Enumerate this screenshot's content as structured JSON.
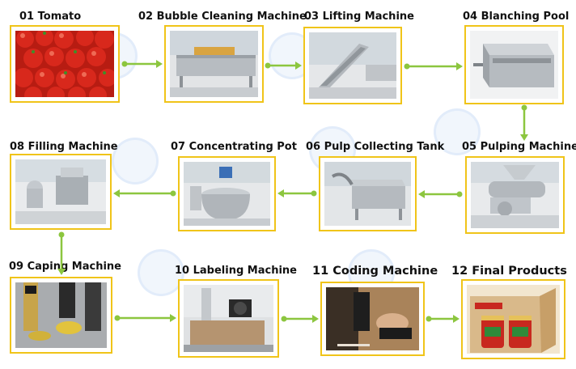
{
  "steps": [
    {
      "label": "01 Tomato",
      "icon": "tomato-photo"
    },
    {
      "label": "02 Bubble Cleaning Machine",
      "icon": "bubble-cleaning-machine-photo"
    },
    {
      "label": "03 Lifting Machine",
      "icon": "lifting-machine-photo"
    },
    {
      "label": "04 Blanching Pool",
      "icon": "blanching-pool-photo"
    },
    {
      "label": "05 Pulping Machine",
      "icon": "pulping-machine-photo"
    },
    {
      "label": "06 Pulp Collecting Tank",
      "icon": "pulp-collecting-tank-photo"
    },
    {
      "label": "07 Concentrating Pot",
      "icon": "concentrating-pot-photo"
    },
    {
      "label": "08 Filling Machine",
      "icon": "filling-machine-photo"
    },
    {
      "label": "09 Caping Machine",
      "icon": "caping-machine-photo"
    },
    {
      "label": "10 Labeling Machine",
      "icon": "labeling-machine-photo"
    },
    {
      "label": "11 Coding Machine",
      "icon": "coding-machine-photo"
    },
    {
      "label": "12 Final Products",
      "icon": "final-products-photo"
    }
  ],
  "colors": {
    "frame": "#f0c419",
    "arrow": "#8cc63f",
    "tomato": "#d8281c",
    "steel": "#b9bec3"
  }
}
